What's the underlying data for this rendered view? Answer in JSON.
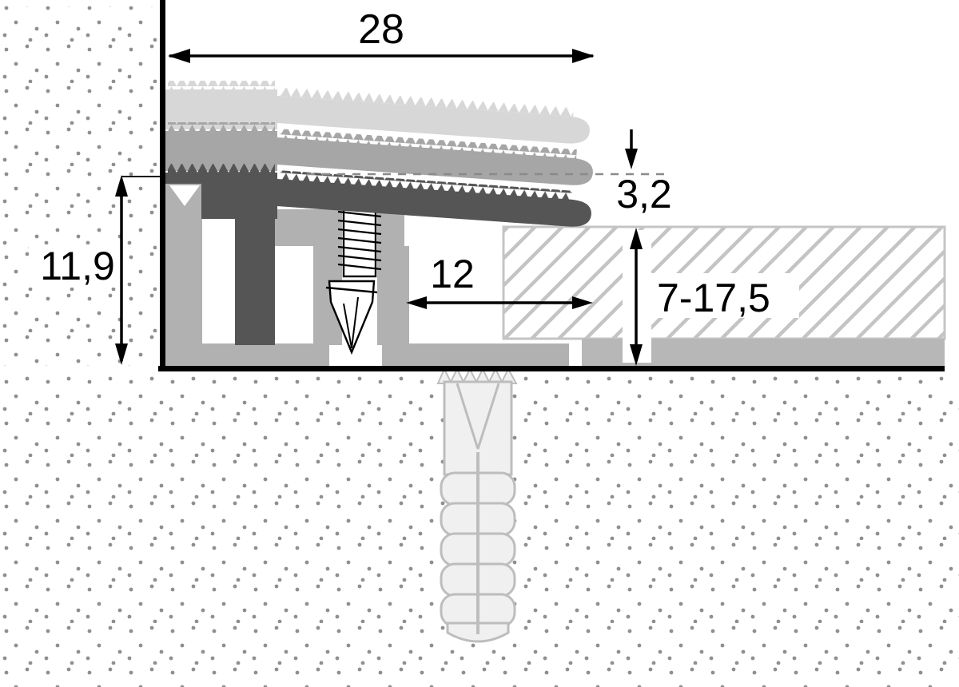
{
  "dimensions": {
    "top_width": "28",
    "edge_thickness": "3,2",
    "profile_height": "11,9",
    "foot_inset": "12",
    "covering_range": "7-17,5"
  },
  "colors": {
    "outline_black": "#000000",
    "ramp_light": "#d7d7d7",
    "ramp_mid": "#a6a6a6",
    "ramp_dark": "#555555",
    "base_gray": "#b1b1b1",
    "underlay_gray": "#b7b7b7",
    "hatch_gray": "#c4c4c4",
    "stipple_gray": "#8f8f8f",
    "plug_gray": "#bdbdbd",
    "dashed_line_gray": "#8a8a8a"
  }
}
